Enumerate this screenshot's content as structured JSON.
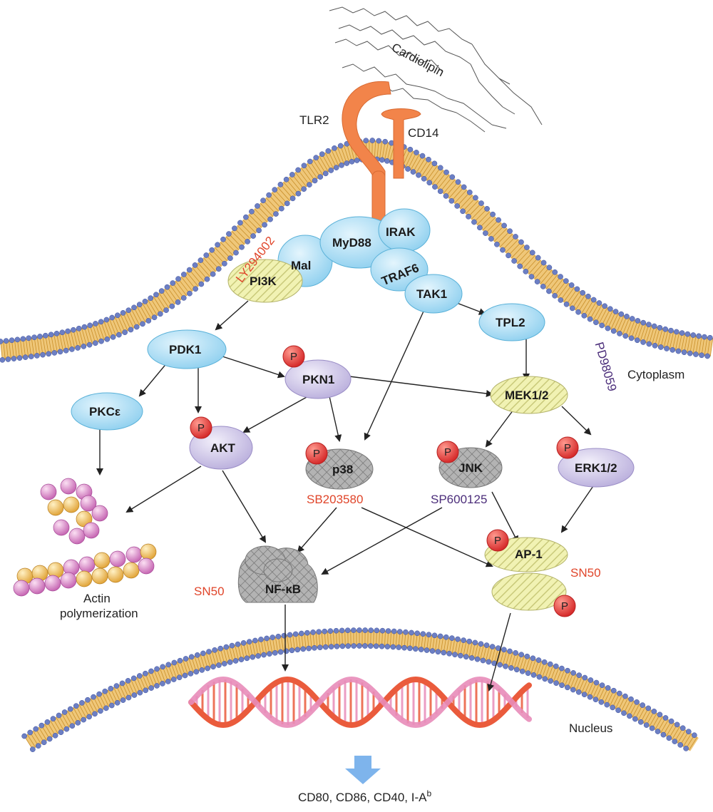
{
  "labels": {
    "tlr2": "TLR2",
    "cd14": "CD14",
    "cardiolipin": "Cardiolipin",
    "cytoplasm": "Cytoplasm",
    "nucleus": "Nucleus",
    "actin_line1": "Actin",
    "actin_line2": "polymerization",
    "output_main": "CD80, CD86, CD40, I-A",
    "output_sup": "b"
  },
  "nodes": {
    "myd88": "MyD88",
    "irak": "IRAK",
    "mal": "Mal",
    "traf6": "TRAF6",
    "tak1": "TAK1",
    "pi3k": "PI3K",
    "tpl2": "TPL2",
    "pdk1": "PDK1",
    "pkn1": "PKN1",
    "mek12": "MEK1/2",
    "pkce": "PKCε",
    "akt": "AKT",
    "p38": "p38",
    "jnk": "JNK",
    "erk12": "ERK1/2",
    "nfkb": "NF-κB",
    "ap1": "AP-1",
    "phospho": "P"
  },
  "inhibitors": {
    "ly294002": "LY294002",
    "pd98059": "PD98059",
    "sb203580": "SB203580",
    "sp600125": "SP600125",
    "sn50_left": "SN50",
    "sn50_right": "SN50"
  },
  "colors": {
    "membrane_tail": "#e9b44c",
    "membrane_head": "#6c7fc4",
    "receptor": "#f2844a",
    "adaptor_fill": "#bde6f7",
    "kinase_purple": "#d9d3ee",
    "hatched_yellow": "#f1f2b3",
    "crosshatch_gray": "#a7a7a7",
    "phospho_red": "#e14b4b",
    "inhibitor_red": "#e0452a",
    "inhibitor_purple": "#4b2d7a",
    "dna_red": "#ea5b3c",
    "dna_pink": "#e88cb9",
    "arrow_blue": "#7eb4ec"
  }
}
